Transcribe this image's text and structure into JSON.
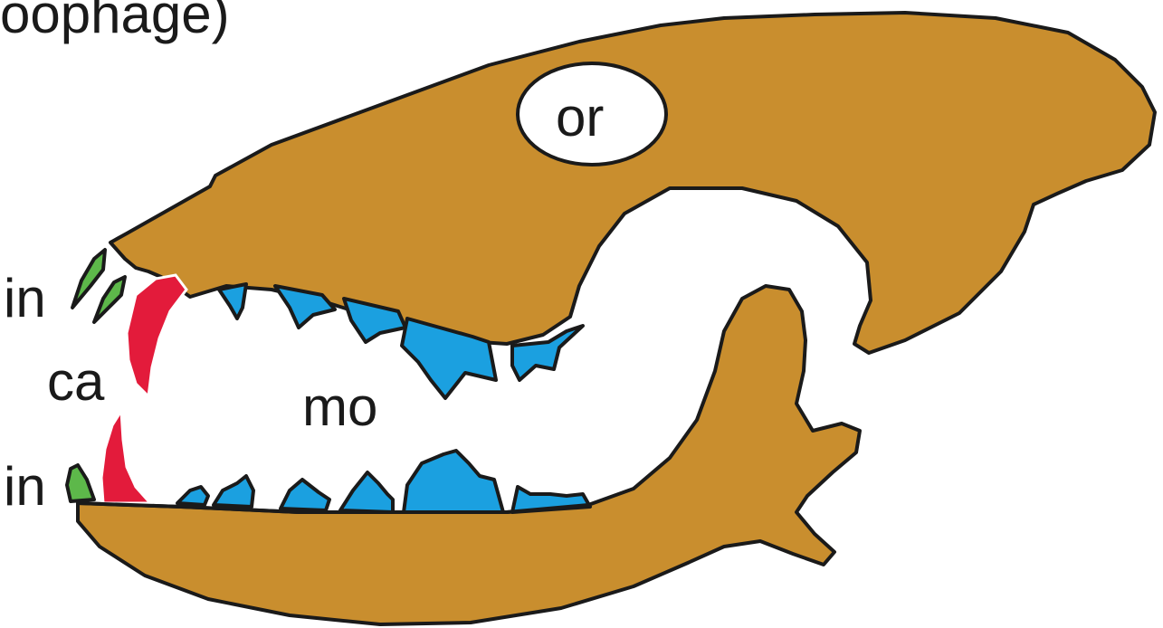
{
  "title_fragment": "oophage)",
  "labels": {
    "incisor_upper": "in",
    "canine": "ca",
    "molar": "mo",
    "incisor_lower": "in",
    "orbit": "or"
  },
  "colors": {
    "bone": "#C98E2E",
    "outline": "#1a1a1a",
    "incisor": "#5DB84A",
    "canine": "#E31B3B",
    "molar": "#1BA0E0",
    "background": "#ffffff"
  }
}
